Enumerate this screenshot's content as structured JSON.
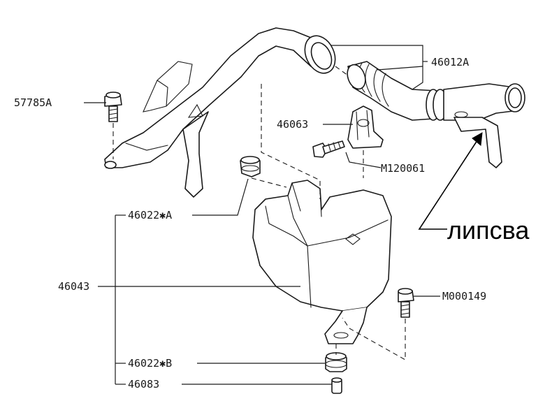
{
  "labels": {
    "p57785A": "57785A",
    "p46012A": "46012A",
    "p46063": "46063",
    "pM120061": "M120061",
    "p46022A": "46022✱A",
    "p46043": "46043",
    "pM000149": "M000149",
    "p46022B": "46022✱B",
    "p46083": "46083"
  },
  "annotation": {
    "text": "липсва"
  }
}
